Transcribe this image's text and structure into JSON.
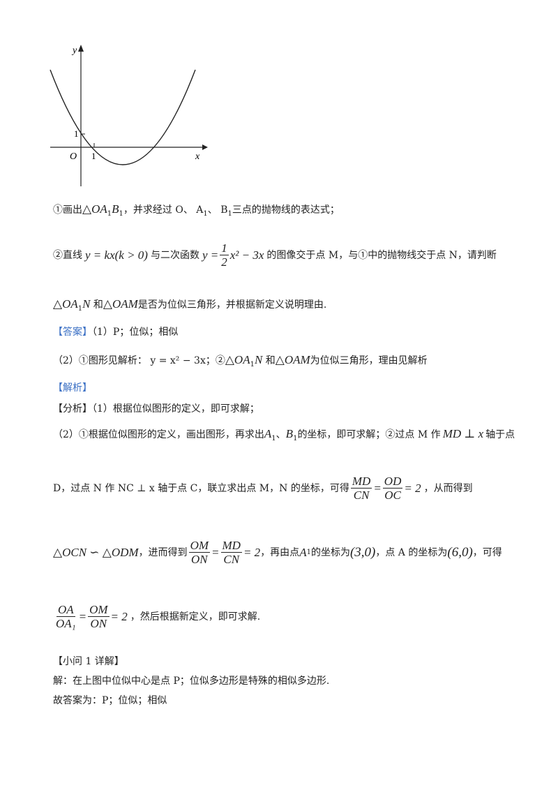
{
  "graph": {
    "y_label": "y",
    "x_label": "x",
    "origin_label": "O",
    "tick_x": "1",
    "tick_y": "1"
  },
  "q1": {
    "prefix": "①画出",
    "tri": "△OA",
    "tri_sub1": "1",
    "tri_b": "B",
    "tri_sub2": "1",
    "text": "，并求经过 O、 A",
    "a_sub": "1",
    "mid": "、 B",
    "b_sub": "1",
    "tail": "三点的抛物线的表达式；"
  },
  "q2": {
    "prefix": "②直线",
    "line_eq": "y = kx(k > 0)",
    "mid1": "与二次函数",
    "func_lhs": "y =",
    "func_num": "1",
    "func_den": "2",
    "func_rhs": "x² − 3x",
    "tail1": "的图像交于点 M，与①中的抛物线交于点 N，请判断",
    "line2_tri1": "△OA",
    "line2_sub": "1",
    "line2_n": "N",
    "line2_and": "和",
    "line2_tri2": "△OAM",
    "line2_tail": "是否为位似三角形，并根据新定义说明理由."
  },
  "answer": {
    "label": "【答案】",
    "line1": "（1）P；位似；相似",
    "line2_a": "（2）①图形见解析： y = x² − 3x；②",
    "line2_tri": "△OA",
    "line2_sub": "1",
    "line2_n": "N",
    "line2_b": "和",
    "line2_tri2": "△OAM",
    "line2_tail": "为位似三角形，理由见解析"
  },
  "analysis": {
    "label": "【解析】",
    "line1": "【分析】（1）根据位似图形的定义，即可求解；",
    "line2_a": "（2）①根据位似图形的定义，画出图形，再求出",
    "line2_a1": "A",
    "line2_s1": "1",
    "line2_sep": "、",
    "line2_b1": "B",
    "line2_s2": "1",
    "line2_b": "的坐标，即可求解；②过点 M 作",
    "line2_md": "MD ⊥ x",
    "line2_tail": "轴于点",
    "line3_a": "D，过点 N 作 NC ⊥ x 轴于点 C，联立求出点 M，N 的坐标，可得",
    "line3_f1n": "MD",
    "line3_f1d": "CN",
    "line3_eq": "=",
    "line3_f2n": "OD",
    "line3_f2d": "OC",
    "line3_res": "= 2",
    "line3_tail": "，从而得到",
    "line4_a": "△OCN ∽ △ODM",
    "line4_b": "，进而得到",
    "line4_f1n": "OM",
    "line4_f1d": "ON",
    "line4_eq": "=",
    "line4_f2n": "MD",
    "line4_f2d": "CN",
    "line4_res": "= 2",
    "line4_c": "，再由点",
    "line4_a1": "A",
    "line4_s1": "1",
    "line4_d": "的坐标为",
    "line4_p1": "(3,0)",
    "line4_e": "，点 A 的坐标为",
    "line4_p2": "(6,0)",
    "line4_tail": "，可得",
    "line5_f1n": "OA",
    "line5_f1d": "OA₁",
    "line5_eq": "=",
    "line5_f2n": "OM",
    "line5_f2d": "ON",
    "line5_res": "= 2",
    "line5_tail": "，然后根据新定义，即可求解."
  },
  "detail": {
    "title": "【小问 1 详解】",
    "line1": "解：在上图中位似中心是点 P；位似多边形是特殊的相似多边形.",
    "line2": "故答案为：P；位似；相似"
  }
}
